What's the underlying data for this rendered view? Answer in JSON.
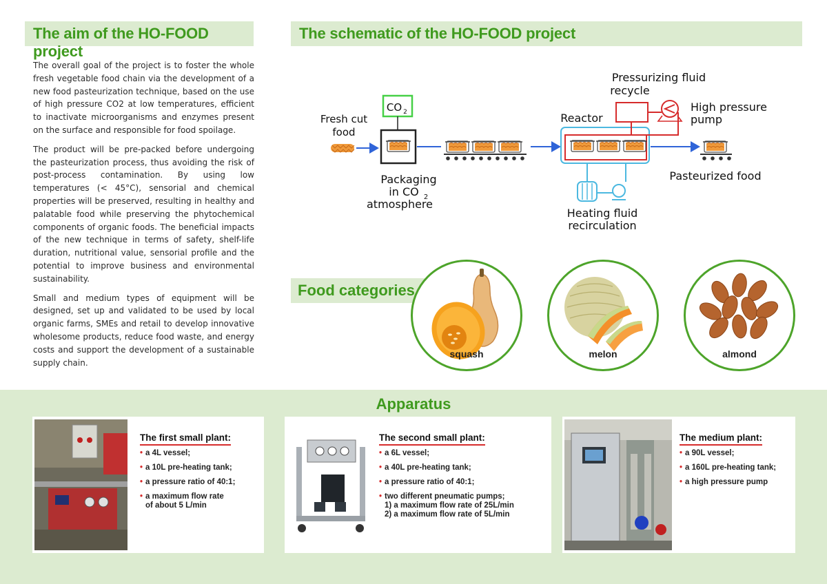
{
  "aim": {
    "title": "The aim of the HO-FOOD project",
    "paragraphs": [
      "The overall goal of the project is to foster the whole fresh vegetable food chain via the development of a new food pasteurization technique, based on the use of high pressure CO2 at low temperatures, efficient to inactivate microorganisms and enzymes present on the surface and responsible for food spoilage.",
      "The product will be pre-packed before undergoing the pasteurization process, thus avoiding the risk of post-process contamination. By using low temperatures (< 45°C), sensorial and chemical properties will be preserved, resulting in healthy and palatable food while preserving the phytochemical components of organic foods. The beneficial impacts of the new technique in terms of safety, shelf-life duration, nutritional value, sensorial profile and the potential to improve business and environmental sustainability.",
      "Small and medium types of equipment will be designed, set up and validated to be used by local organic farms, SMEs and retail to develop innovative wholesome products, reduce food waste, and energy costs and support the development of a sustainable supply chain."
    ]
  },
  "schematic": {
    "title": "The schematic of the HO-FOOD project",
    "labels": {
      "fresh_cut_1": "Fresh cut",
      "fresh_cut_2": "food",
      "co2": "CO",
      "co2_sub": "2",
      "packaging_1": "Packaging",
      "packaging_2": "in CO",
      "packaging_2_sub": "2",
      "packaging_3": "atmosphere",
      "pressurizing_1": "Pressurizing fluid",
      "pressurizing_2": "recycle",
      "reactor": "Reactor",
      "hp_pump_1": "High pressure",
      "hp_pump_2": "pump",
      "heating_1": "Heating fluid",
      "heating_2": "recirculation",
      "pasteurized": "Pasteurized food"
    }
  },
  "food": {
    "title": "Food categories",
    "items": [
      "squash",
      "melon",
      "almond"
    ]
  },
  "apparatus": {
    "title": "Apparatus",
    "plants": [
      {
        "title": "The first small plant:",
        "items": [
          "a 4L vessel;",
          "a 10L pre-heating tank;",
          "a pressure ratio of 40:1;",
          "a maximum flow rate",
          "of about 5 L/min"
        ]
      },
      {
        "title": "The second small plant:",
        "items": [
          "a 6L vessel;",
          "a 40L pre-heating tank;",
          "a pressure ratio of 40:1;",
          "two different pneumatic pumps;",
          "1) a maximum flow rate of 25L/min",
          "2) a maximum flow rate of 5L/min"
        ]
      },
      {
        "title": "The medium plant:",
        "items": [
          "a 90L vessel;",
          "a 160L pre-heating tank;",
          "a high pressure pump"
        ]
      }
    ]
  },
  "colors": {
    "header_bg": "#dcebd0",
    "header_text": "#3f9a1e",
    "accent_red": "#d62b2b",
    "flow_blue": "#2f64d8",
    "heating_cyan": "#4bb8e0",
    "co2_green": "#46d046"
  }
}
